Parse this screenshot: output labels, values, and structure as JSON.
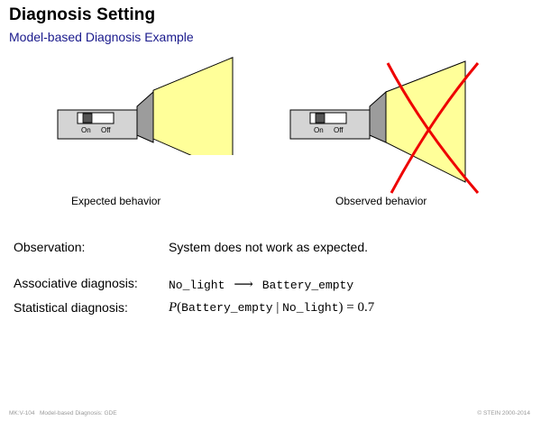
{
  "header": {
    "title": "Diagnosis Setting",
    "subtitle": "Model-based Diagnosis Example"
  },
  "figures": [
    {
      "caption": "Expected behavior",
      "switch_on": "On",
      "switch_off": "Off",
      "crossed_out": false
    },
    {
      "caption": "Observed behavior",
      "switch_on": "On",
      "switch_off": "Off",
      "crossed_out": true
    }
  ],
  "observation": {
    "label": "Observation:",
    "text": "System does not work as expected."
  },
  "associative": {
    "label": "Associative diagnosis:",
    "lhs": "No_light",
    "arrow": "⟶",
    "rhs": "Battery_empty"
  },
  "statistical": {
    "label": "Statistical diagnosis:",
    "p": "P",
    "open": "(",
    "a": "Battery_empty",
    "bar": " | ",
    "b": "No_light",
    "close": ")",
    "eq": " = 0.7"
  },
  "footer": {
    "left": "MK:V-104   Model-based Diagnosis: GDE",
    "right": "© STEIN 2000-2014"
  },
  "colors": {
    "light_beam": "#ffff99",
    "cross": "#ee0000",
    "subtitle": "#1a1a8c"
  }
}
